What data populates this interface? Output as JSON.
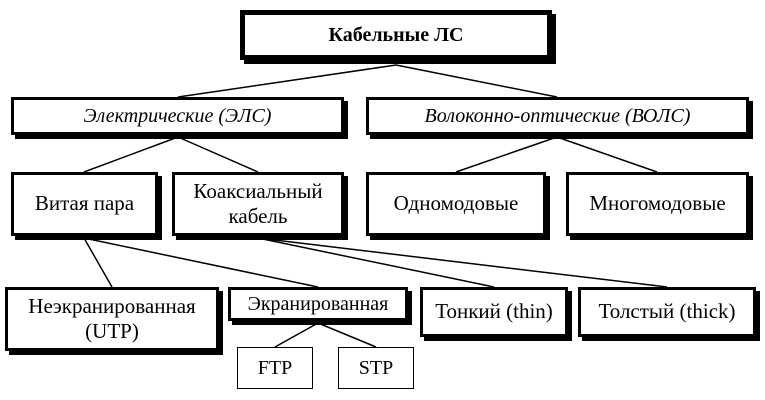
{
  "diagram": {
    "root": {
      "label": "Кабельные ЛС"
    },
    "electric": {
      "label": "Электрические (ЭЛС)"
    },
    "optical": {
      "label": "Волоконно-оптические (ВОЛС)"
    },
    "twisted_pair": {
      "label": "Витая пара"
    },
    "coaxial": {
      "label": "Коаксиальный\nкабель"
    },
    "single_mode": {
      "label": "Одномодовые"
    },
    "multi_mode": {
      "label": "Многомодовые"
    },
    "unshielded": {
      "label": "Неэкранированная\n(UTP)"
    },
    "shielded": {
      "label": "Экранированная"
    },
    "thin": {
      "label": "Тонкий (thin)"
    },
    "thick": {
      "label": "Толстый (thick)"
    },
    "ftp": {
      "label": "FTP"
    },
    "stp": {
      "label": "STP"
    }
  }
}
